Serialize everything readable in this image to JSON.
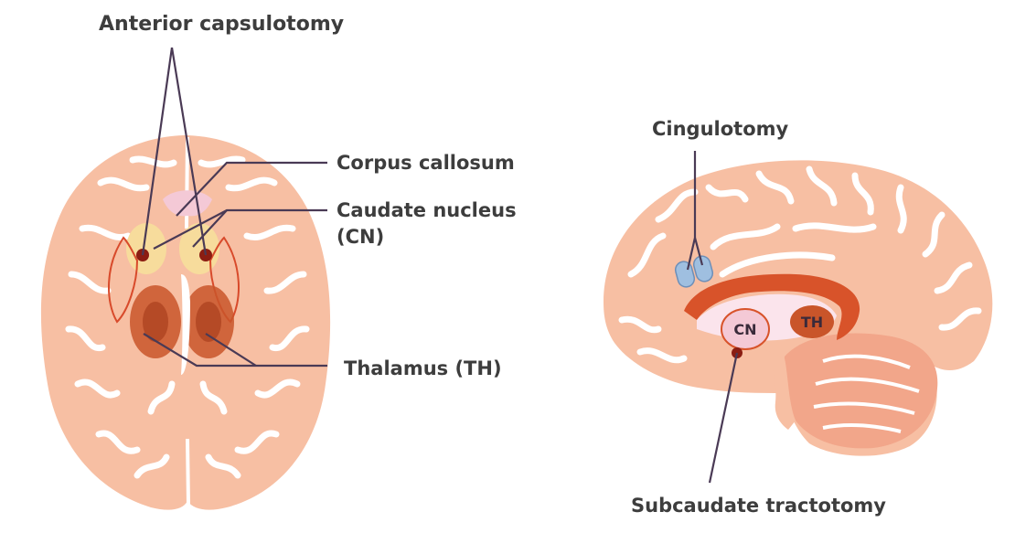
{
  "labels": {
    "anterior_capsulotomy": "Anterior capsulotomy",
    "corpus_callosum": "Corpus callosum",
    "caudate_nucleus": "Caudate nucleus",
    "caudate_abbrev": "(CN)",
    "thalamus": "Thalamus (TH)",
    "cingulotomy": "Cingulotomy",
    "subcaudate_tractotomy": "Subcaudate tractotomy"
  },
  "sagittal_labels": {
    "cn": "CN",
    "th": "TH"
  },
  "colors": {
    "brain_tissue": "#f7bfa3",
    "white_matter": "#ffffff",
    "thalamus": "#c9552a",
    "caudate": "#f7dc9c",
    "corpus_callosum_axial": "#f4c9d6",
    "lesion": "#8b1d12",
    "cingulotomy_lesion": "#9fbfe0",
    "callosum_sagittal": "#d8532a",
    "leader_line": "#4a3a55",
    "label_text": "#3d3d3d"
  }
}
